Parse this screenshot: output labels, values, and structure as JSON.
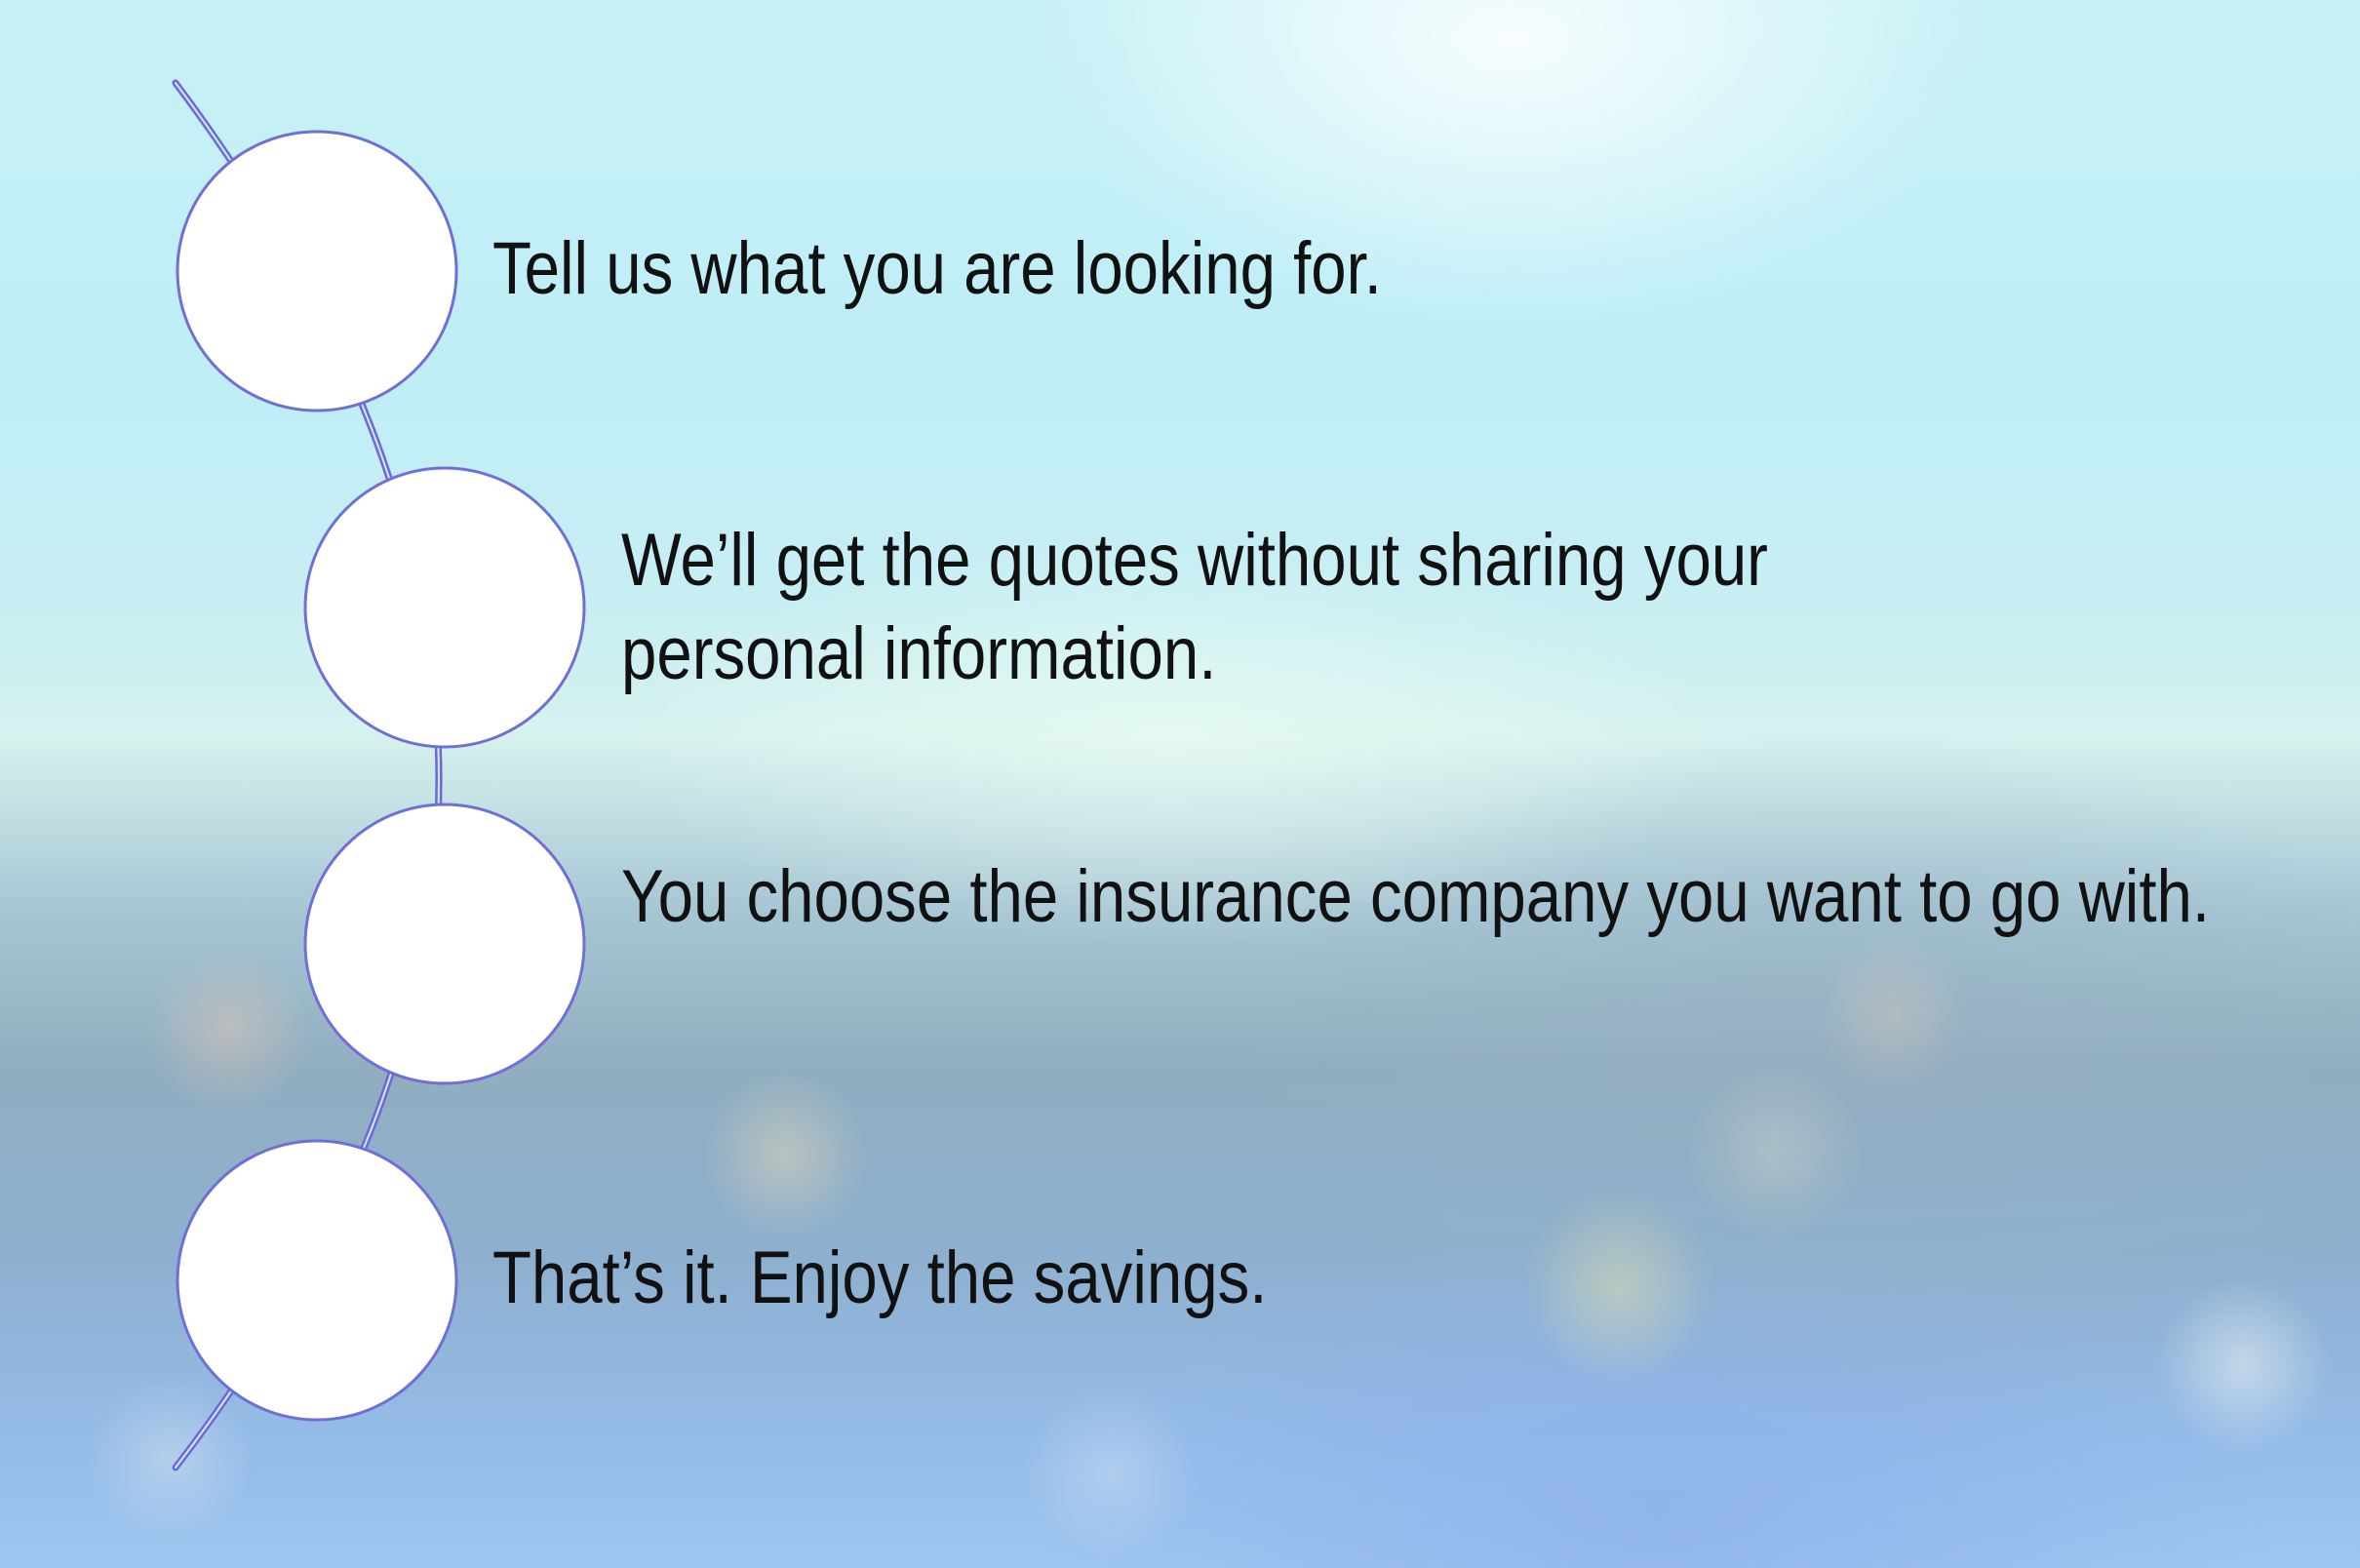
{
  "steps": [
    {
      "text": "Tell us what you are looking for."
    },
    {
      "text": "We’ll get the quotes without sharing your personal information."
    },
    {
      "text": "You choose the insurance company you want to go with."
    },
    {
      "text": "That’s it. Enjoy the savings."
    }
  ],
  "colors": {
    "connector": "#6a6ad8",
    "circle_fill": "#ffffff",
    "circle_stroke": "#6f6fd6",
    "text": "#111111"
  }
}
